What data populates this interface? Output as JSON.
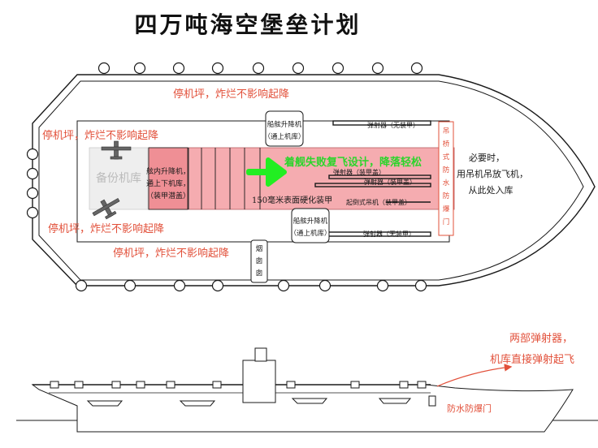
{
  "title": "四万吨海空堡垒计划",
  "colors": {
    "red_text": "#e2503a",
    "pink_fill": "#f4a4a8",
    "green_arrow": "#22ee22",
    "green_text": "#2bd52b",
    "line": "#1a1a1a"
  },
  "top_view": {
    "parking_top": "停机坪，炸烂不影响起降",
    "parking_left": "停机坪，炸烂不影响起降",
    "parking_mid_left": "停机坪，炸烂不影响起降",
    "parking_bottom": "停机坪，炸烂不影响起降",
    "backup_hangar": "备份机库",
    "inboard_elevator": [
      "舷内升降机，",
      "通上下机库，",
      "（装甲潜盖）"
    ],
    "deck_elevator_top": [
      "船舷升降机",
      "（通上机库）"
    ],
    "deck_elevator_bottom": [
      "船舷升降机",
      "（通上机库）"
    ],
    "landing_text": "着舰失败复飞设计，降落轻松",
    "armor_deck": "150毫米表面硬化装甲",
    "catapults": [
      "弹射器（无装甲）",
      "弹射器（装甲盖）",
      "弹射器（装甲盖）",
      "弹射器（无装甲）"
    ],
    "crane": "起倒式吊机（装甲盖）",
    "funnel": [
      "烟",
      "囱",
      "囱"
    ],
    "bow_vertical_text": [
      "吊",
      "桥",
      "式",
      "防",
      "水",
      "防",
      "爆",
      "门"
    ],
    "bow_note": [
      "必要时，",
      "用吊机吊放飞机，",
      "从此处入库"
    ]
  },
  "side_view": {
    "note": [
      "两部弹射器，",
      "机库直接弹射起飞"
    ],
    "door_label": "防水防爆门"
  }
}
